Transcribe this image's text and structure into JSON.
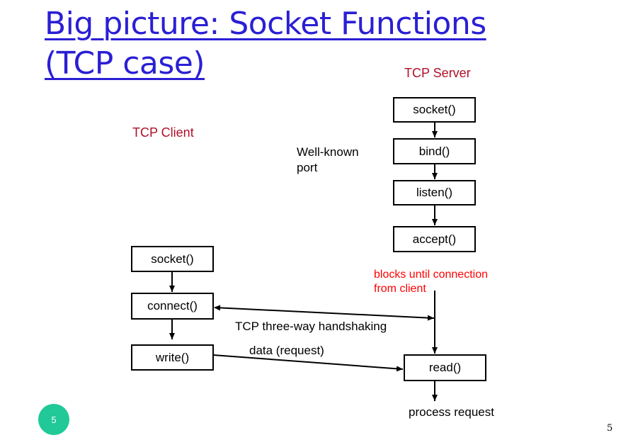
{
  "slide": {
    "title_line1": "Big picture: Socket Functions",
    "title_line2": "(TCP case)",
    "page_number": "5",
    "badge_number": "5",
    "colors": {
      "title": "#2a1fd4",
      "heading": "#b0102a",
      "note": "#ff0000",
      "badge": "#20c997"
    }
  },
  "server": {
    "heading": "TCP Server",
    "boxes": [
      "socket()",
      "bind()",
      "listen()",
      "accept()",
      "read()"
    ],
    "port_note": [
      "Well-known",
      "port"
    ],
    "block_note": [
      "blocks until connection",
      "from client"
    ],
    "after_read": "process request"
  },
  "client": {
    "heading": "TCP Client",
    "boxes": [
      "socket()",
      "connect()",
      "write()"
    ]
  },
  "links": {
    "handshake": "TCP three-way handshaking",
    "data": "data (request)"
  }
}
